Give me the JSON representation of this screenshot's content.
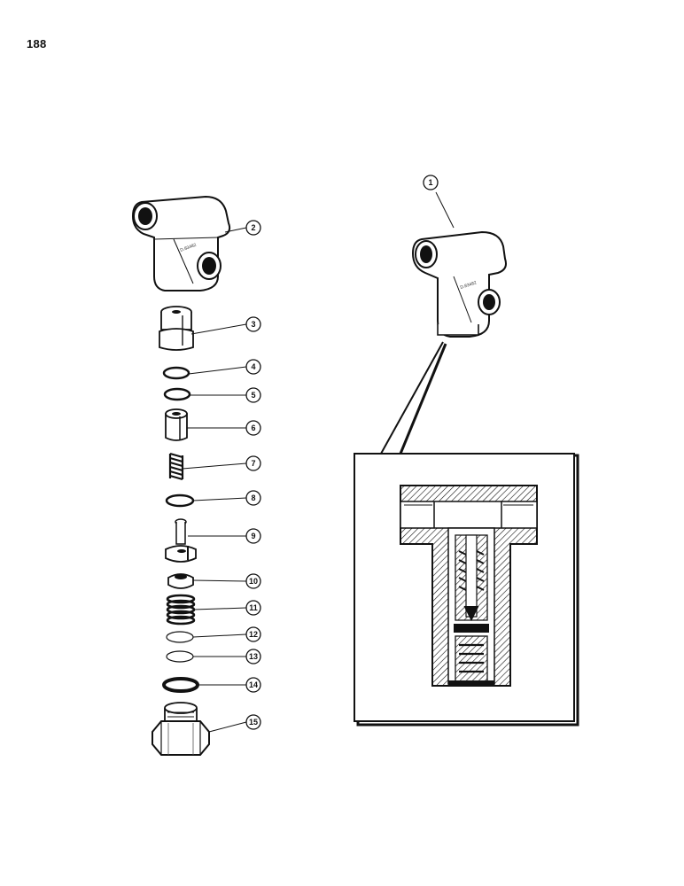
{
  "page": {
    "number": "188"
  },
  "body_stamp": "D.83482",
  "callouts": [
    "1",
    "2",
    "3",
    "4",
    "5",
    "6",
    "7",
    "8",
    "9",
    "10",
    "11",
    "12",
    "13",
    "14",
    "15"
  ],
  "colors": {
    "ink": "#111111",
    "paper": "#ffffff",
    "shade": "#2a2a2a"
  }
}
